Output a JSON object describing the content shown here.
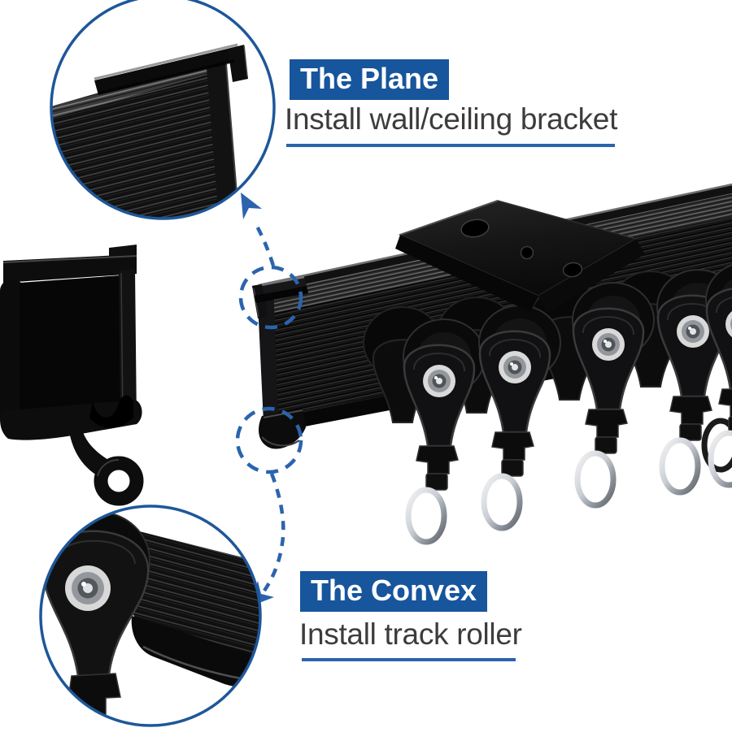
{
  "colors": {
    "accent_blue": "#17559C",
    "dash_blue": "#2A64AD",
    "inset_border_blue": "#1E5799",
    "text_dark": "#3C3C3C",
    "title_text": "#FFFFFF",
    "background": "#FFFFFF",
    "product_black": "#111111",
    "metal_silver": "#C9CED4"
  },
  "callouts": {
    "plane": {
      "title": "The Plane",
      "description": "Install wall/ceiling bracket"
    },
    "convex": {
      "title": "The Convex",
      "description": "Install track roller"
    }
  }
}
